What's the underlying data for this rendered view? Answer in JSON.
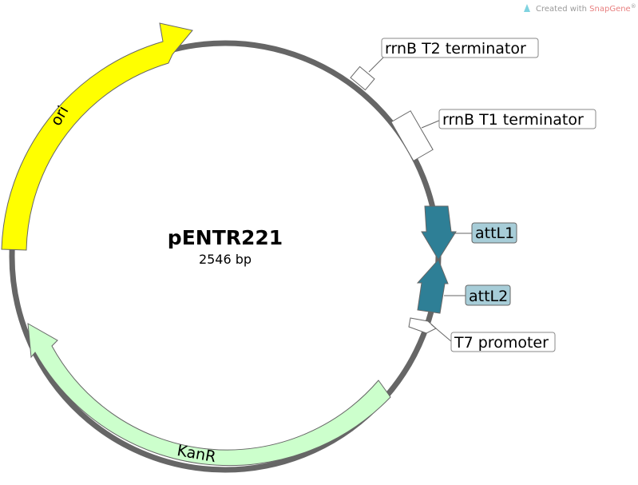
{
  "credit": {
    "prefix": "Created with ",
    "brand": "SnapGene",
    "suffix": "®"
  },
  "plasmid": {
    "name": "pENTR221",
    "size": "2546 bp"
  },
  "colors": {
    "backbone": "#666666",
    "ori": "#ffff00",
    "kanr": "#ccffcc",
    "att": "#2e7f96",
    "att_label_bg": "#a7cdd8",
    "terminator": "#ffffff"
  },
  "features": {
    "ori": {
      "label": "ori",
      "icon": "arrow-clockwise"
    },
    "kanr": {
      "label": "KanR",
      "icon": "arrow-counterclockwise"
    },
    "rrnb_t2": {
      "label": "rrnB T2 terminator"
    },
    "rrnb_t1": {
      "label": "rrnB T1 terminator"
    },
    "attl1": {
      "label": "attL1",
      "icon": "arrow-inward"
    },
    "attl2": {
      "label": "attL2",
      "icon": "arrow-inward"
    },
    "t7": {
      "label": "T7 promoter",
      "icon": "arrow-small"
    }
  }
}
